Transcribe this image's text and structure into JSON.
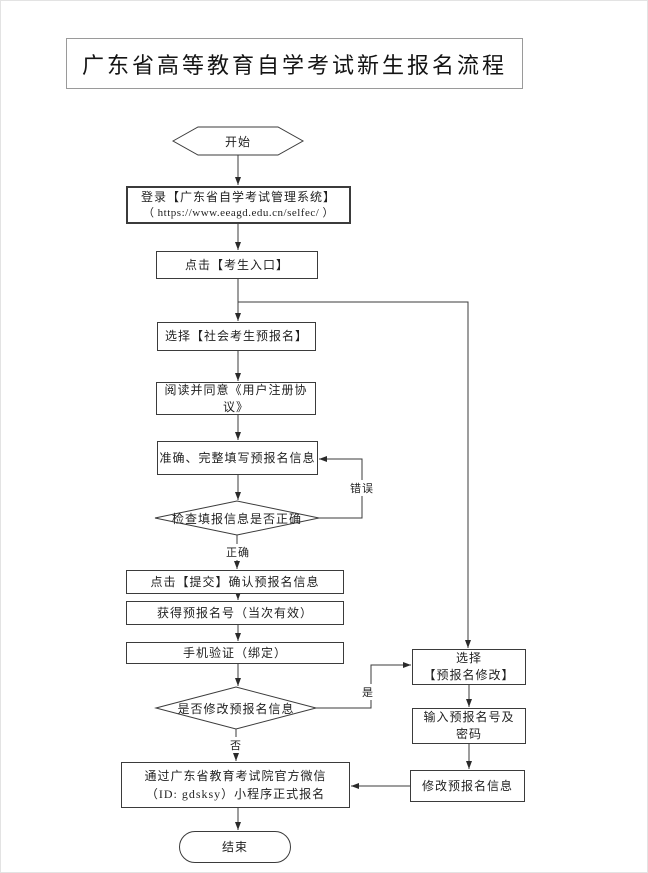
{
  "title": "广东省高等教育自学考试新生报名流程",
  "nodes": {
    "start": "开始",
    "login": {
      "line1": "登录【广东省自学考试管理系统】",
      "line2": "（ https://www.eeagd.edu.cn/selfec/ ）"
    },
    "entry": "点击【考生入口】",
    "select_prereg": "选择【社会考生预报名】",
    "agreement": "阅读并同意《用户注册协议》",
    "fill_info": "准确、完整填写预报名信息",
    "check_decision": "检查填报信息是否正确",
    "submit": "点击【提交】确认预报名信息",
    "get_number": "获得预报名号（当次有效）",
    "phone_verify": "手机验证（绑定）",
    "modify_decision": "是否修改预报名信息",
    "wechat": {
      "line1": "通过广东省教育考试院官方微信",
      "line2": "（ID: gdsksy）小程序正式报名"
    },
    "end": "结束",
    "select_modify": {
      "line1": "选择",
      "line2": "【预报名修改】"
    },
    "input_credentials": {
      "line1": "输入预报名号及",
      "line2": "密码"
    },
    "modify_info": "修改预报名信息"
  },
  "edge_labels": {
    "correct": "正确",
    "error": "错误",
    "yes": "是",
    "no": "否"
  },
  "colors": {
    "line": "#3b3b3b",
    "text": "#1f1f1f",
    "background": "#ffffff"
  }
}
